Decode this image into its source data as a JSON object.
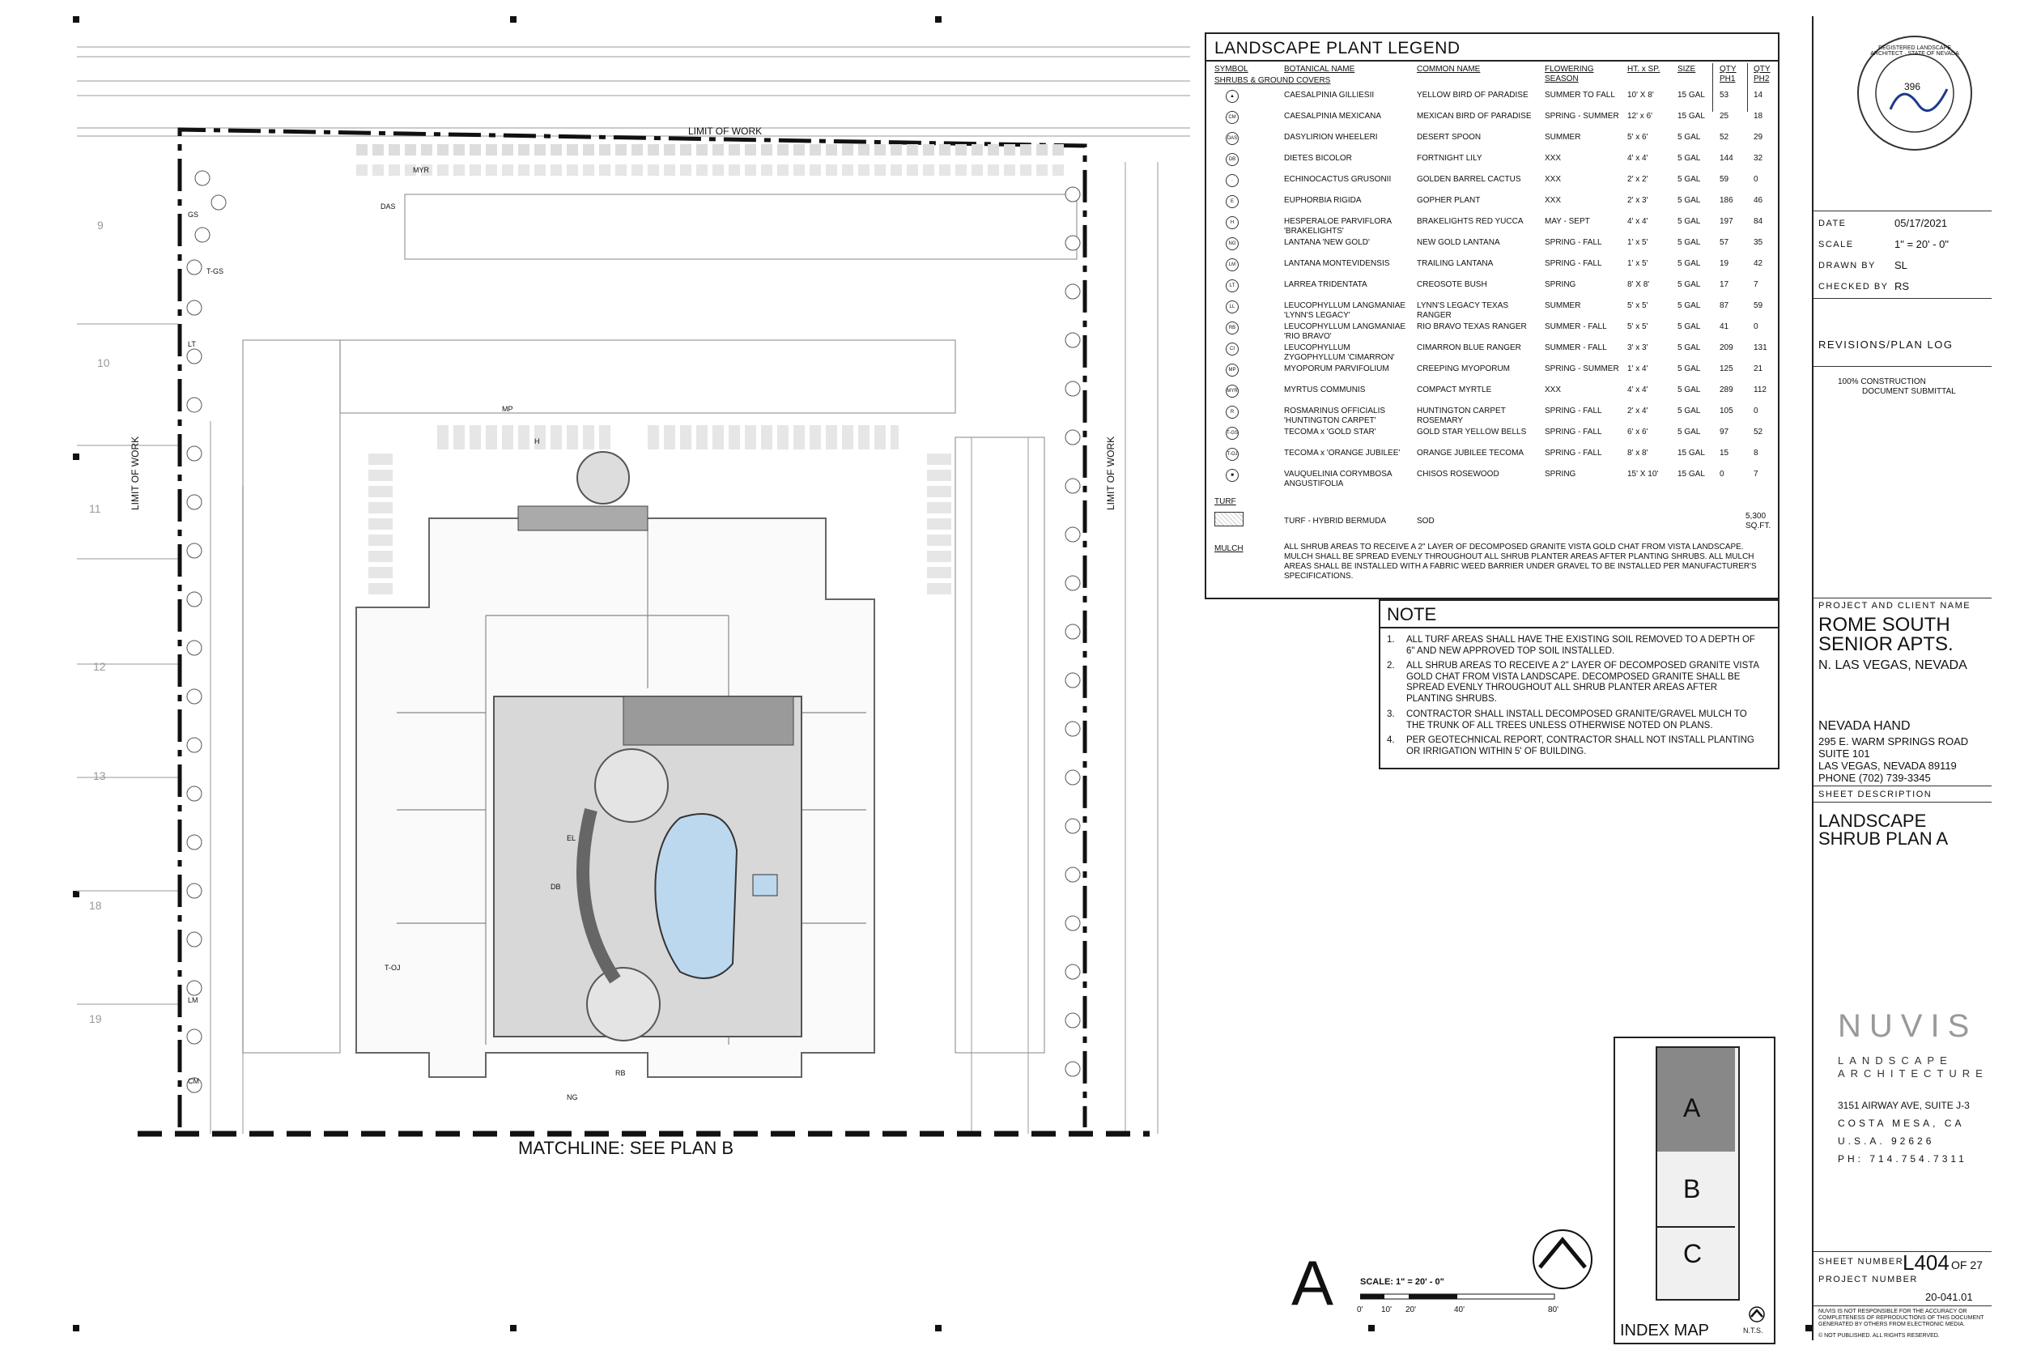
{
  "plan": {
    "limit_of_work_labels": [
      "LIMIT OF WORK",
      "LIMIT OF WORK",
      "LIMIT OF WORK"
    ],
    "matchline": "MATCHLINE: SEE PLAN B",
    "lot_numbers": [
      "9",
      "10",
      "11",
      "12",
      "13",
      "18",
      "19"
    ],
    "plant_tags": [
      "MYR",
      "DAS",
      "T-GS",
      "LT",
      "LM",
      "H",
      "MP",
      "T-OJ",
      "CM",
      "GS",
      "NG",
      "RB",
      "EL",
      "DB"
    ]
  },
  "scale": {
    "letter": "A",
    "label": "SCALE: 1\" = 20' - 0\"",
    "ticks": [
      "0'",
      "10'",
      "20'",
      "40'",
      "80'"
    ]
  },
  "legend": {
    "title": "LANDSCAPE PLANT LEGEND",
    "headers": {
      "symbol": "SYMBOL",
      "botanical": "BOTANICAL NAME",
      "common": "COMMON NAME",
      "flowering": "FLOWERING SEASON",
      "ht": "HT. x SP.",
      "size": "SIZE",
      "ph1": "QTY PH1",
      "ph2": "QTY PH2"
    },
    "subhead": "SHRUBS & GROUND COVERS",
    "rows": [
      {
        "sym": "▲",
        "botanical": "CAESALPINIA GILLIESII",
        "common": "YELLOW BIRD OF PARADISE",
        "flowering": "SUMMER TO FALL",
        "ht": "10' X 8'",
        "size": "15 GAL",
        "ph1": "53",
        "ph2": "14"
      },
      {
        "sym": "CM",
        "botanical": "CAESALPINIA MEXICANA",
        "common": "MEXICAN BIRD OF PARADISE",
        "flowering": "SPRING - SUMMER",
        "ht": "12' x 6'",
        "size": "15 GAL",
        "ph1": "25",
        "ph2": "18"
      },
      {
        "sym": "DAS",
        "botanical": "DASYLIRION WHEELERI",
        "common": "DESERT SPOON",
        "flowering": "SUMMER",
        "ht": "5' x 6'",
        "size": "5 GAL",
        "ph1": "52",
        "ph2": "29"
      },
      {
        "sym": "DB",
        "botanical": "DIETES BICOLOR",
        "common": "FORTNIGHT LILY",
        "flowering": "XXX",
        "ht": "4' x 4'",
        "size": "5 GAL",
        "ph1": "144",
        "ph2": "32"
      },
      {
        "sym": "·",
        "botanical": "ECHINOCACTUS GRUSONII",
        "common": "GOLDEN BARREL CACTUS",
        "flowering": "XXX",
        "ht": "2' x 2'",
        "size": "5 GAL",
        "ph1": "59",
        "ph2": "0"
      },
      {
        "sym": "E",
        "botanical": "EUPHORBIA RIGIDA",
        "common": "GOPHER PLANT",
        "flowering": "XXX",
        "ht": "2' x 3'",
        "size": "5 GAL",
        "ph1": "186",
        "ph2": "46"
      },
      {
        "sym": "H",
        "botanical": "HESPERALOE PARVIFLORA 'BRAKELIGHTS'",
        "common": "BRAKELIGHTS RED YUCCA",
        "flowering": "MAY - SEPT",
        "ht": "4' x 4'",
        "size": "5 GAL",
        "ph1": "197",
        "ph2": "84"
      },
      {
        "sym": "NG",
        "botanical": "LANTANA 'NEW GOLD'",
        "common": "NEW GOLD LANTANA",
        "flowering": "SPRING - FALL",
        "ht": "1' x 5'",
        "size": "5 GAL",
        "ph1": "57",
        "ph2": "35"
      },
      {
        "sym": "LM",
        "botanical": "LANTANA MONTEVIDENSIS",
        "common": "TRAILING LANTANA",
        "flowering": "SPRING - FALL",
        "ht": "1' x 5'",
        "size": "5 GAL",
        "ph1": "19",
        "ph2": "42"
      },
      {
        "sym": "LT",
        "botanical": "LARREA TRIDENTATA",
        "common": "CREOSOTE BUSH",
        "flowering": "SPRING",
        "ht": "8' X 8'",
        "size": "5 GAL",
        "ph1": "17",
        "ph2": "7"
      },
      {
        "sym": "LL",
        "botanical": "LEUCOPHYLLUM LANGMANIAE 'LYNN'S LEGACY'",
        "common": "LYNN'S LEGACY TEXAS RANGER",
        "flowering": "SUMMER",
        "ht": "5' x 5'",
        "size": "5 GAL",
        "ph1": "87",
        "ph2": "59"
      },
      {
        "sym": "RB",
        "botanical": "LEUCOPHYLLUM LANGMANIAE 'RIO BRAVO'",
        "common": "RIO BRAVO TEXAS RANGER",
        "flowering": "SUMMER - FALL",
        "ht": "5' x 5'",
        "size": "5 GAL",
        "ph1": "41",
        "ph2": "0"
      },
      {
        "sym": "CI",
        "botanical": "LEUCOPHYLLUM ZYGOPHYLLUM 'CIMARRON'",
        "common": "CIMARRON BLUE RANGER",
        "flowering": "SUMMER - FALL",
        "ht": "3' x 3'",
        "size": "5 GAL",
        "ph1": "209",
        "ph2": "131"
      },
      {
        "sym": "MP",
        "botanical": "MYOPORUM PARVIFOLIUM",
        "common": "CREEPING MYOPORUM",
        "flowering": "SPRING - SUMMER",
        "ht": "1' x 4'",
        "size": "5 GAL",
        "ph1": "125",
        "ph2": "21"
      },
      {
        "sym": "MYR",
        "botanical": "MYRTUS COMMUNIS",
        "common": "COMPACT MYRTLE",
        "flowering": "XXX",
        "ht": "4' x 4'",
        "size": "5 GAL",
        "ph1": "289",
        "ph2": "112"
      },
      {
        "sym": "R",
        "botanical": "ROSMARINUS OFFICIALIS 'HUNTINGTON CARPET'",
        "common": "HUNTINGTON CARPET ROSEMARY",
        "flowering": "SPRING - FALL",
        "ht": "2' x 4'",
        "size": "5 GAL",
        "ph1": "105",
        "ph2": "0"
      },
      {
        "sym": "T-GS",
        "botanical": "TECOMA x 'GOLD STAR'",
        "common": "GOLD STAR YELLOW BELLS",
        "flowering": "SPRING - FALL",
        "ht": "6' x 6'",
        "size": "5 GAL",
        "ph1": "97",
        "ph2": "52"
      },
      {
        "sym": "T-OJ",
        "botanical": "TECOMA x 'ORANGE JUBILEE'",
        "common": "ORANGE JUBILEE TECOMA",
        "flowering": "SPRING - FALL",
        "ht": "8' x 8'",
        "size": "15 GAL",
        "ph1": "15",
        "ph2": "8"
      },
      {
        "sym": "■",
        "botanical": "VAUQUELINIA CORYMBOSA ANGUSTIFOLIA",
        "common": "CHISOS ROSEWOOD",
        "flowering": "SPRING",
        "ht": "15' X 10'",
        "size": "15 GAL",
        "ph1": "0",
        "ph2": "7"
      }
    ],
    "turf_heading": "TURF",
    "turf_name": "TURF - HYBRID BERMUDA",
    "turf_type": "SOD",
    "turf_qty": "5,300 SQ.FT.",
    "mulch_heading": "MULCH",
    "mulch_text": "ALL SHRUB AREAS TO RECEIVE A 2\" LAYER OF DECOMPOSED GRANITE VISTA GOLD CHAT FROM VISTA LANDSCAPE. MULCH SHALL BE SPREAD EVENLY THROUGHOUT ALL SHRUB PLANTER AREAS AFTER PLANTING SHRUBS. ALL MULCH AREAS SHALL BE INSTALLED WITH A FABRIC WEED BARRIER UNDER GRAVEL TO BE INSTALLED PER MANUFACTURER'S SPECIFICATIONS."
  },
  "note": {
    "title": "NOTE",
    "items": [
      "ALL TURF AREAS SHALL HAVE THE EXISTING SOIL REMOVED TO A DEPTH OF 6\" AND NEW APPROVED TOP SOIL INSTALLED.",
      "ALL SHRUB AREAS TO RECEIVE A 2\" LAYER OF DECOMPOSED GRANITE VISTA GOLD CHAT FROM VISTA LANDSCAPE. DECOMPOSED GRANITE SHALL BE SPREAD EVENLY THROUGHOUT ALL SHRUB PLANTER AREAS AFTER PLANTING SHRUBS.",
      "CONTRACTOR SHALL INSTALL DECOMPOSED GRANITE/GRAVEL MULCH TO THE TRUNK OF ALL TREES UNLESS OTHERWISE NOTED ON PLANS.",
      "PER GEOTECHNICAL REPORT, CONTRACTOR SHALL NOT INSTALL PLANTING OR IRRIGATION WITHIN 5' OF BUILDING."
    ]
  },
  "title_block": {
    "seal_text": "REGISTERED LANDSCAPE ARCHITECT · STATE OF NEVADA",
    "seal_number": "396",
    "date_label": "DATE",
    "date_value": "05/17/2021",
    "scale_label": "SCALE",
    "scale_value": "1\" = 20' - 0\"",
    "drawn_label": "DRAWN BY",
    "drawn_value": "SL",
    "checked_label": "CHECKED BY",
    "checked_value": "RS",
    "revisions_label": "REVISIONS/PLAN LOG",
    "revision_1": "100% CONSTRUCTION",
    "revision_2": "DOCUMENT SUBMITTAL",
    "project_client_label": "PROJECT AND CLIENT NAME",
    "project_name_1": "ROME SOUTH",
    "project_name_2": "SENIOR APTS.",
    "project_location": "N. LAS VEGAS, NEVADA",
    "client_name": "NEVADA HAND",
    "client_addr_1": "295 E. WARM SPRINGS ROAD",
    "client_addr_2": "SUITE 101",
    "client_addr_3": "LAS VEGAS, NEVADA 89119",
    "client_phone": "PHONE (702) 739-3345",
    "sheet_desc_label": "SHEET DESCRIPTION",
    "sheet_desc_1": "LANDSCAPE",
    "sheet_desc_2": "SHRUB PLAN A",
    "firm_logo": "NUVIS",
    "firm_line_1": "LANDSCAPE",
    "firm_line_2": "ARCHITECTURE",
    "firm_addr_1": "3151 AIRWAY AVE, SUITE J-3",
    "firm_addr_2": "COSTA MESA, CA",
    "firm_addr_3": "U.S.A. 92626",
    "firm_phone": "PH: 714.754.7311",
    "sheet_number_label": "SHEET NUMBER",
    "sheet_number": "L404",
    "sheet_of": "OF 27",
    "project_number_label": "PROJECT NUMBER",
    "project_number": "20-041.01",
    "disclaimer": "NUVIS IS NOT RESPONSIBLE FOR THE ACCURACY OR COMPLETENESS OF REPRODUCTIONS OF THIS DOCUMENT GENERATED BY OTHERS FROM ELECTRONIC MEDIA.",
    "not_published": "© NOT PUBLISHED. ALL RIGHTS RESERVED."
  },
  "index_map": {
    "label": "INDEX MAP",
    "nts": "N.T.S.",
    "zones": [
      "A",
      "B",
      "C"
    ]
  }
}
